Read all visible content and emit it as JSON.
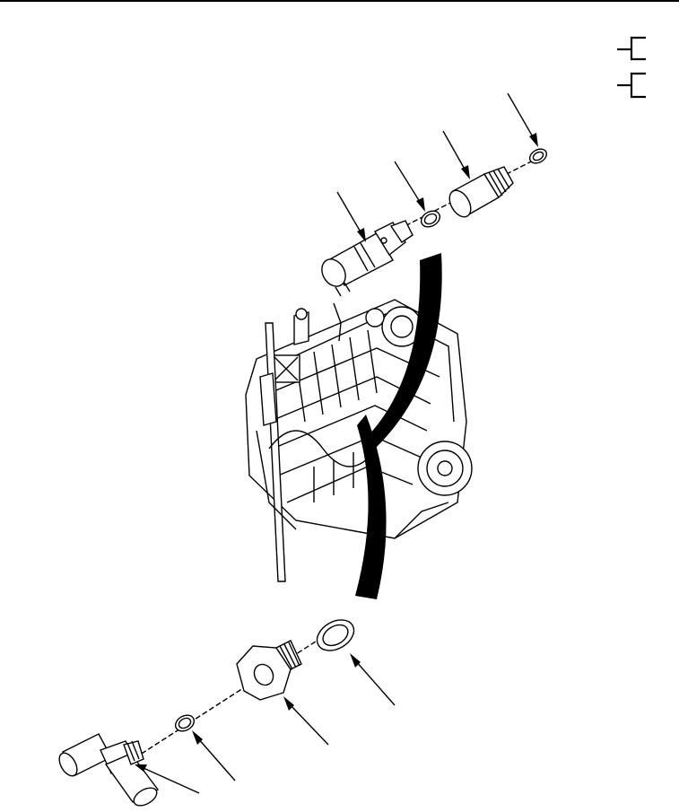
{
  "figure": {
    "view": "exploded-assembly",
    "subject": "engine-fittings",
    "callout_count": 8,
    "bracket_marks": 2
  }
}
